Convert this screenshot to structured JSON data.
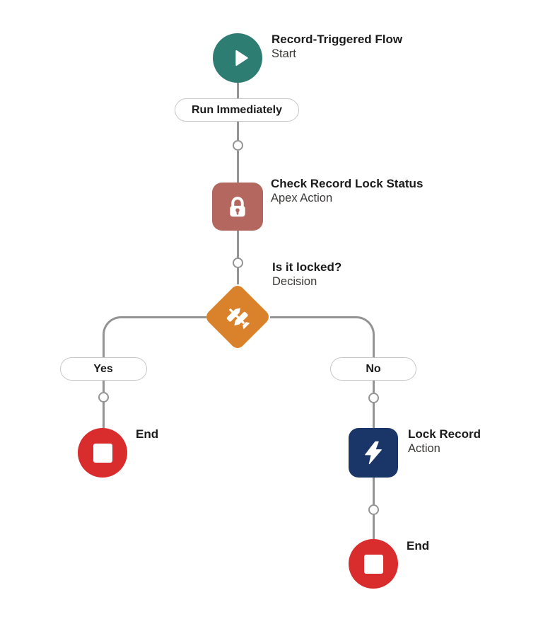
{
  "colors": {
    "start_teal": "#2E7D73",
    "apex_rose": "#B4675E",
    "decision_orange": "#D9822B",
    "action_navy": "#1A3668",
    "end_red": "#D92C2C",
    "connector_gray": "#949494"
  },
  "flow": {
    "start_node": {
      "title": "Record-Triggered Flow",
      "subtitle": "Start",
      "icon": "play-icon"
    },
    "schedule_pill": {
      "label": "Run Immediately"
    },
    "apex_node": {
      "title": "Check Record Lock Status",
      "subtitle": "Apex Action",
      "icon": "lock-icon"
    },
    "decision_node": {
      "title": "Is it locked?",
      "subtitle": "Decision",
      "icon": "signpost-icon"
    },
    "yes_branch": {
      "label": "Yes",
      "end_node": {
        "title": "End",
        "icon": "stop-icon"
      }
    },
    "no_branch": {
      "label": "No",
      "action_node": {
        "title": "Lock Record",
        "subtitle": "Action",
        "icon": "flash-icon"
      },
      "end_node": {
        "title": "End",
        "icon": "stop-icon"
      }
    }
  }
}
